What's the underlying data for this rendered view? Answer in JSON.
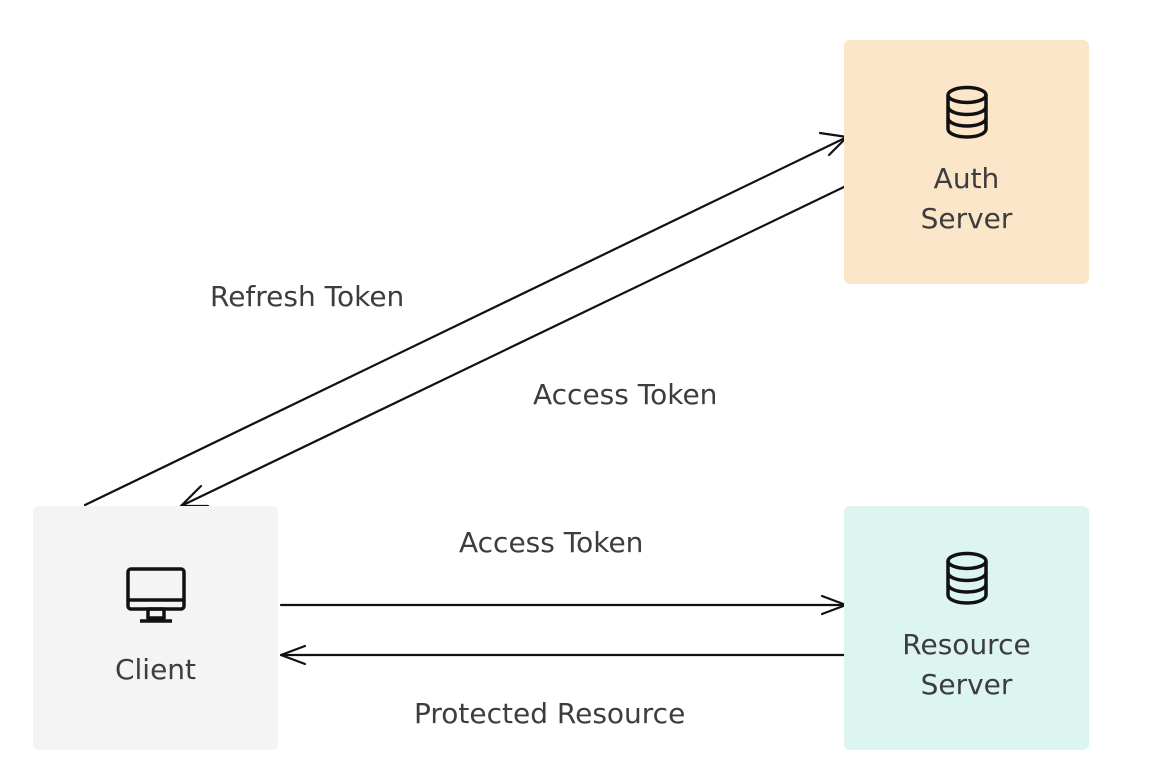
{
  "nodes": {
    "auth": {
      "label": "Auth\nServer",
      "icon": "database-icon",
      "color": "#fbe6c9"
    },
    "client": {
      "label": "Client",
      "icon": "monitor-icon",
      "color": "#f4f4f4"
    },
    "resource": {
      "label": "Resource\nServer",
      "icon": "database-icon",
      "color": "#dcf5f1"
    }
  },
  "edges": {
    "refresh_token": "Refresh Token",
    "access_token_from_auth": "Access Token",
    "access_token_to_resource": "Access Token",
    "protected_resource": "Protected Resource"
  }
}
